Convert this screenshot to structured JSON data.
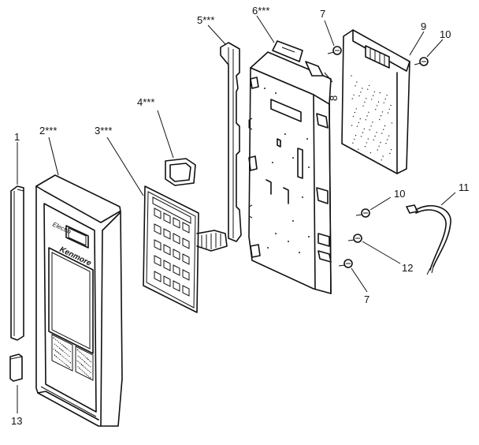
{
  "labels": {
    "p1": "1",
    "p2": "2***",
    "p3": "3***",
    "p4": "4***",
    "p5": "5***",
    "p6": "6***",
    "p7a": "7",
    "p7b": "7",
    "p8": "8",
    "p9": "9",
    "p10a": "10",
    "p10b": "10",
    "p11": "11",
    "p12": "12",
    "p13": "13"
  },
  "door": {
    "brand_text": "Kenmore",
    "script_text": "Electro"
  }
}
